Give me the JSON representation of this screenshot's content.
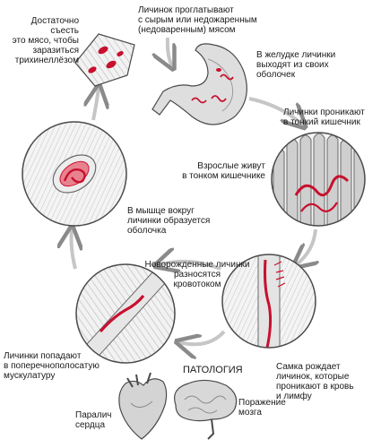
{
  "colors": {
    "parasite": "#c8102e",
    "parasite_light": "#e8828f",
    "tissue": "#b8b8b8",
    "tissue_dark": "#6a6a6a",
    "arrow": "#c6c6c6",
    "outline": "#4a4a4a"
  },
  "captions": {
    "meat_enough": "Достаточно съесть\nэто мясо, чтобы\nзаразиться\nтрихинеллёзом",
    "swallow": "Личинок проглатывают\nс сырым или недожаренным\n(недоваренным) мясом",
    "stomach": "В желудке личинки\nвыходят из своих\nоболочек",
    "enter_intestine": "Личинки проникают\nв тонкий кишечник",
    "adults_live": "Взрослые живут\nв тонком кишечнике",
    "muscle_cyst": "В мышце вокруг\nличинки образуется\nоболочка",
    "newborn": "Новорожденные личинки\nразносятся\nкровотоком",
    "to_muscle": "Личинки попадают\nв поперечнополосатую\nмускулатуру",
    "female_birth": "Самка рождает\nличинок, которые\nпроникают в кровь\nи лимфу",
    "pathology": "ПАТОЛОГИЯ",
    "heart": "Паралич\nсердца",
    "brain": "Поражение\nмозга"
  },
  "icons": {
    "meat": "meat-chunk-icon",
    "stomach": "stomach-illustration",
    "intestine": "intestine-villi-circle",
    "cyst": "muscle-cyst-circle",
    "vessel": "blood-vessel-circle",
    "muscle": "muscle-fibre-circle",
    "heart": "heart-illustration",
    "brain": "brain-illustration"
  }
}
